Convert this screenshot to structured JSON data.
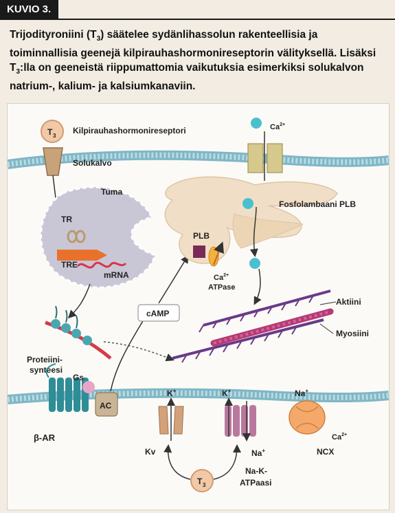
{
  "header": {
    "tag": "KUVIO 3.",
    "caption_line1": "Trijodityroniini (T",
    "caption_line1_sub": "3",
    "caption_line1_rest": ") säätelee sydänlihassolun rakenteellisia ja",
    "caption_line2": "toiminnallisia geenejä kilpirauhashormonireseptorin välityksellä. Lisäksi",
    "caption_line3": "T",
    "caption_line3_sub": "3",
    "caption_line3_rest": ":lla on geeneistä riippumattomia vaikutuksia esimerkiksi solukalvon",
    "caption_line4": "natrium-, kalium- ja kalsiumkanaviin."
  },
  "diagram": {
    "t3_top": "T",
    "t3_top_sub": "3",
    "receptor_label": "Kilpirauhashormonireseptori",
    "membrane_label": "Solukalvo",
    "nucleus_label": "Tuma",
    "tr_label": "TR",
    "tre_label": "TRE",
    "mrna_label": "mRNA",
    "plb_box": "PLB",
    "ca_atpase_l1": "Ca",
    "ca_atpase_sup": "2+",
    "ca_atpase_l2": "ATPase",
    "ca_top": "Ca",
    "ca_top_sup": "2+",
    "fosfolambaani": "Fosfolambaani PLB",
    "camp": "cAMP",
    "aktiini": "Aktiini",
    "myosiini": "Myosiini",
    "protein_l1": "Proteiini-",
    "protein_l2": "synteesi",
    "gs": "Gs",
    "ac": "AC",
    "bar": "β-AR",
    "k_left": "K",
    "k_left_sup": "+",
    "kv": "Kv",
    "k_mid": "K",
    "k_mid_sup": "+",
    "na_mid": "Na",
    "na_mid_sup": "+",
    "nak_l1": "Na-K-",
    "nak_l2": "ATPaasi",
    "na_right": "Na",
    "na_right_sup": "+",
    "ca_right": "Ca",
    "ca_right_sup": "2+",
    "ncx": "NCX",
    "t3_bottom": "T",
    "t3_bottom_sub": "3"
  }
}
